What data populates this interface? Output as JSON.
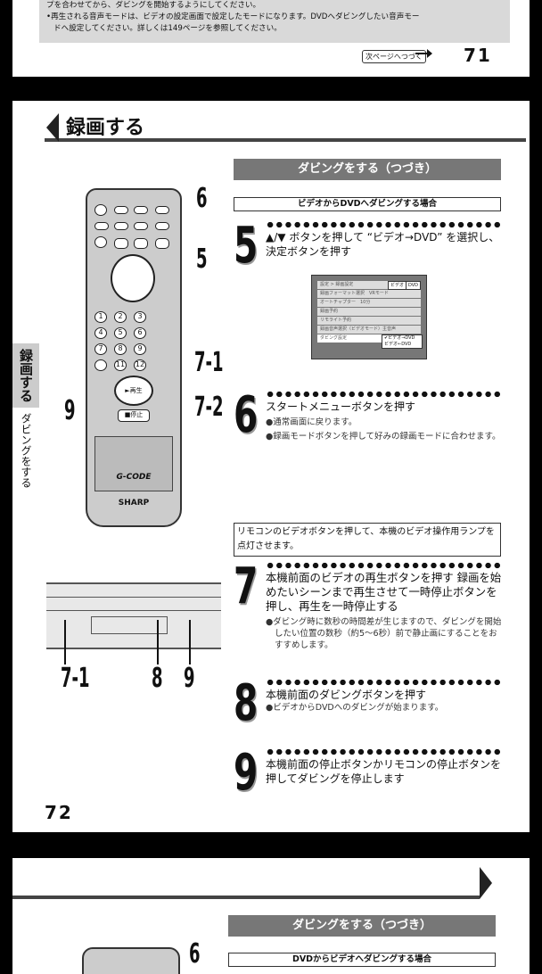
{
  "page71": {
    "note_lines": [
      "プを合わせてから、ダビングを開始するようにしてください。",
      "•再生される音声モードは、ビデオの設定画面で設定したモードになります。DVDへダビングしたい音声モー",
      "ドへ設定してください。詳しくは149ページを参照してください。"
    ],
    "next_label": "次ページへつづく",
    "page_number": "71"
  },
  "page72": {
    "chapter_title": "録画する",
    "side_tab": "録画する",
    "side_sub": "ダビングをする",
    "section_band": "ダビングをする（つづき）",
    "subsection": "ビデオからDVDへダビングする場合",
    "callouts": [
      "6",
      "5",
      "7-1",
      "7-2",
      "9"
    ],
    "remote_brand": "SHARP",
    "remote_gcode": "G-CODE",
    "remote_play": "►再生",
    "remote_stop": "■停止",
    "screen": {
      "header": "設定 > 録画設定",
      "tabs": [
        "ビデオ",
        "DVD"
      ],
      "rows": [
        "録画フォーマット選択　VRモード",
        "オートチャプター　10分",
        "録画予約",
        "リモライト予約",
        "録画音声選択（ビデオモード）主音声",
        "ダビング設定"
      ],
      "options": [
        "✔ビデオ→DVD",
        "ビデオ←DVD"
      ]
    },
    "steps": [
      {
        "num": "5",
        "title": "▲/▼ ボタンを押して “ビデオ→DVD” を選択し、決定ボタンを押す",
        "bullets": []
      },
      {
        "num": "6",
        "title": "スタートメニューボタンを押す",
        "bullets": [
          "●通常画面に戻ります。",
          "●録画モードボタンを押して好みの録画モードに合わせます。"
        ]
      },
      {
        "num": "7",
        "title": "本機前面のビデオの再生ボタンを押す 録画を始めたいシーンまで再生させて一時停止ボタンを押し、再生を一時停止する",
        "bullets": [
          "●ダビング時に数秒の時間差が生じますので、ダビングを開始したい位置の数秒（約5〜6秒）前で静止画にすることをおすすめします。"
        ]
      },
      {
        "num": "8",
        "title": "本機前面のダビングボタンを押す",
        "bullets": [
          "●ビデオからDVDへのダビングが始まります。"
        ]
      },
      {
        "num": "9",
        "title": "本機前面の停止ボタンかリモコンの停止ボタンを押してダビングを停止します",
        "bullets": []
      }
    ],
    "info_box": "リモコンのビデオボタンを押して、本機のビデオ操作用ランプを点灯させます。",
    "deck_callouts": [
      "7-1",
      "8",
      "9"
    ],
    "page_number": "72"
  },
  "page73": {
    "section_band": "ダビングをする（つづき）",
    "subsection": "DVDからビデオへダビングする場合",
    "callout": "6"
  }
}
